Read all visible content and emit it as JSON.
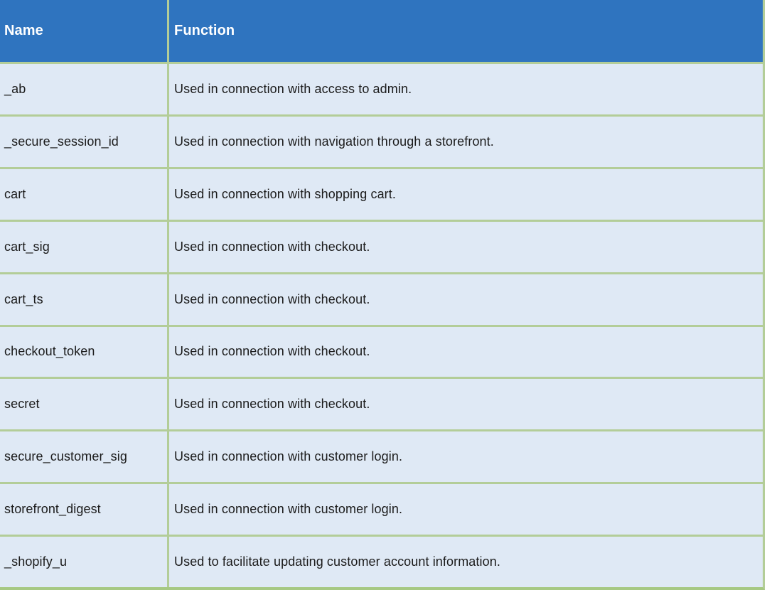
{
  "table": {
    "columns": [
      "Name",
      "Function"
    ],
    "rows": [
      {
        "name": "_ab",
        "function": "Used in connection with access to admin."
      },
      {
        "name": "_secure_session_id",
        "function": "Used in connection with navigation through a storefront."
      },
      {
        "name": "cart",
        "function": "Used in connection with shopping cart."
      },
      {
        "name": "cart_sig",
        "function": "Used in connection with checkout."
      },
      {
        "name": "cart_ts",
        "function": "Used in connection with checkout."
      },
      {
        "name": "checkout_token",
        "function": "Used in connection with checkout."
      },
      {
        "name": "secret",
        "function": "Used in connection with checkout."
      },
      {
        "name": "secure_customer_sig",
        "function": "Used in connection with customer login."
      },
      {
        "name": "storefront_digest",
        "function": "Used in connection with customer login."
      },
      {
        "name": "_shopify_u",
        "function": "Used to facilitate updating customer account information."
      }
    ]
  },
  "colors": {
    "header_bg": "#2f74bf",
    "header_text": "#ffffff",
    "row_bg": "#dfe9f5",
    "body_text": "#1b1b1b",
    "border": "#b3cd98",
    "border_bottom": "#a6c883"
  }
}
